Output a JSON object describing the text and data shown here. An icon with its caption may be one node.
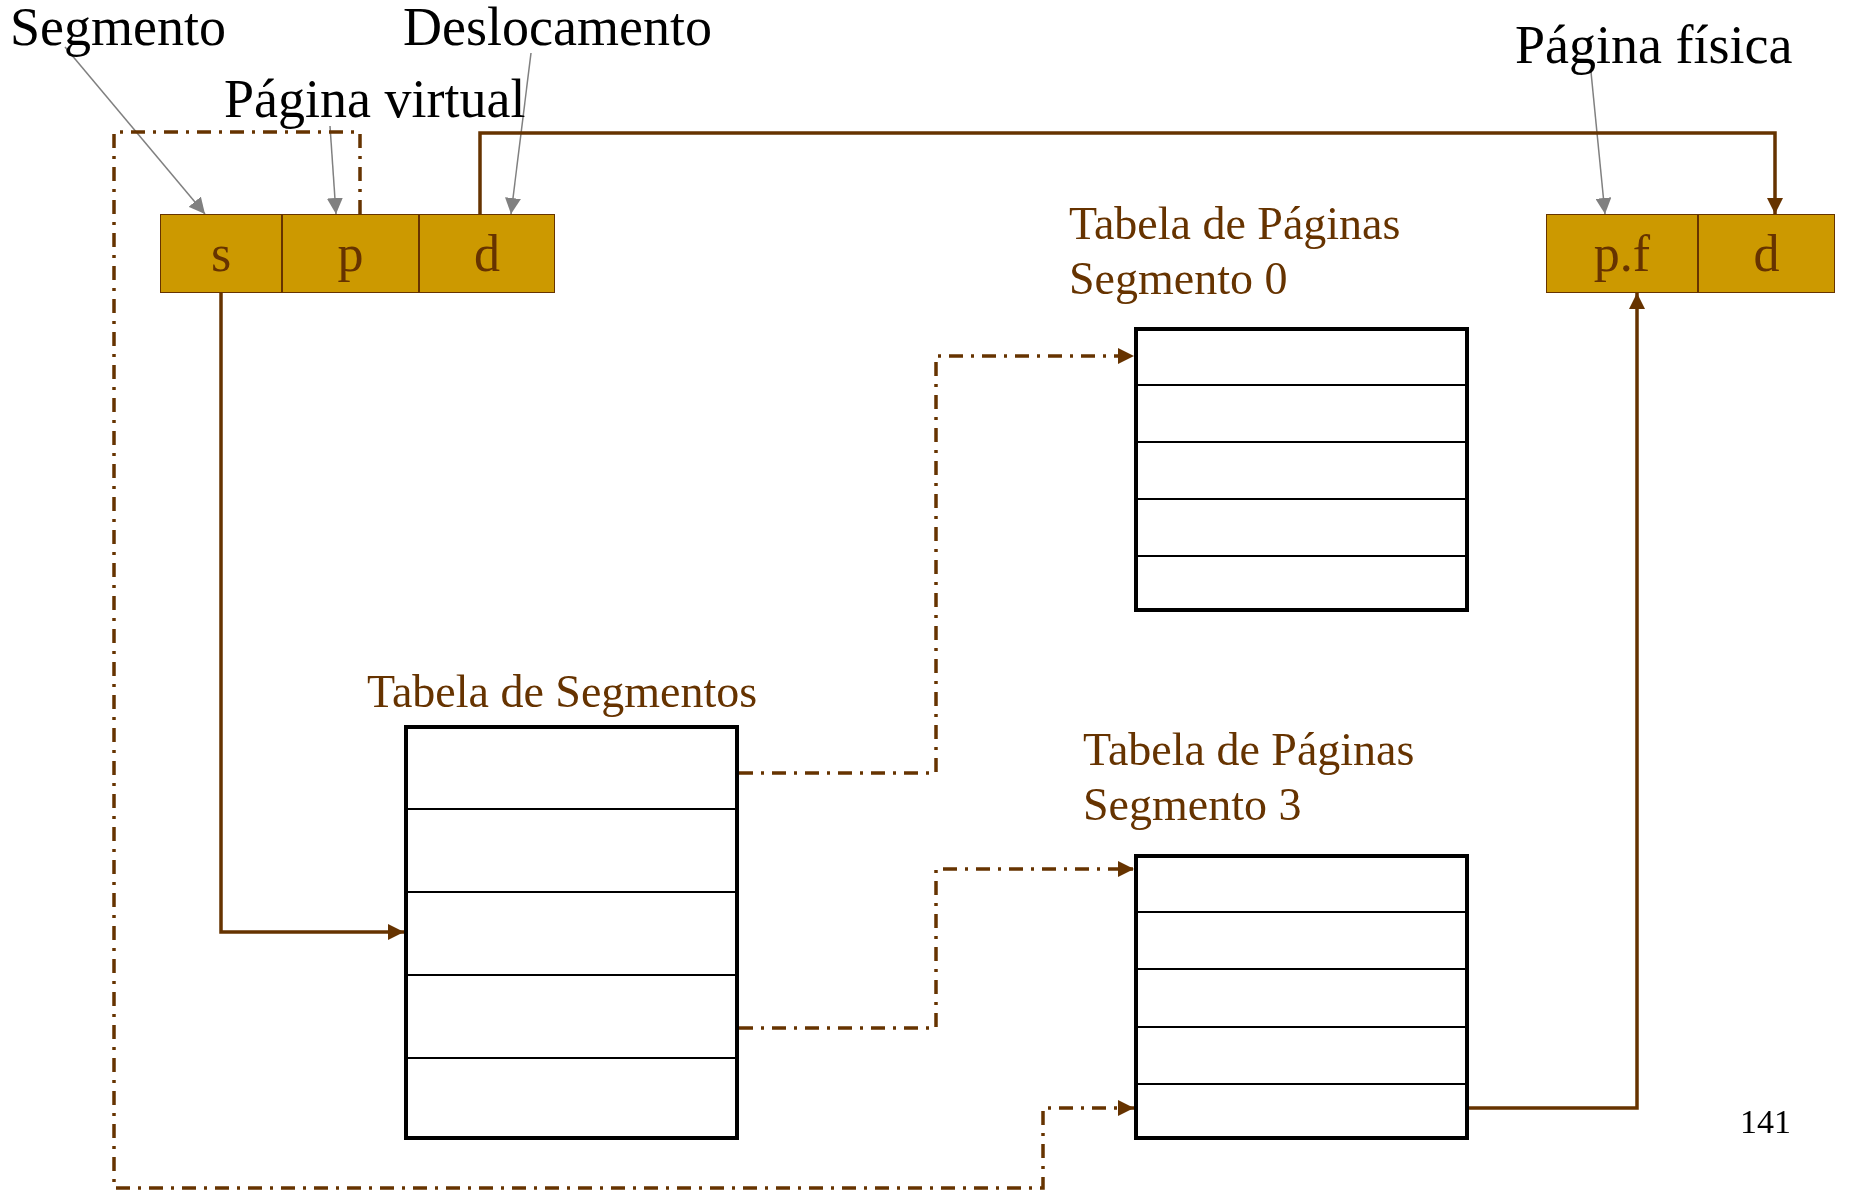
{
  "diagram": {
    "nodes": [
      {
        "text": [
          "Segmento"
        ]
      },
      {
        "text": [
          "Página virtual"
        ]
      },
      {
        "text": [
          "Deslocamento"
        ]
      },
      {
        "text": [
          "Página física"
        ]
      },
      {
        "text": [
          "s"
        ]
      },
      {
        "text": [
          "p"
        ]
      },
      {
        "text": [
          "d"
        ]
      },
      {
        "text": [
          "p.f"
        ]
      },
      {
        "text": [
          "d"
        ]
      },
      {
        "text": [
          "Tabela de Segmentos"
        ]
      },
      {
        "text": [],
        "shape": "box",
        "in": 9
      },
      {
        "text": [],
        "shape": "box",
        "in": 9
      },
      {
        "text": [],
        "shape": "box",
        "in": 9
      },
      {
        "text": [],
        "shape": "box",
        "in": 9
      },
      {
        "text": [],
        "shape": "box",
        "in": 9
      },
      {
        "text": [
          "Tabela de Páginas Segmento 0"
        ]
      },
      {
        "text": [],
        "shape": "box",
        "in": 15
      },
      {
        "text": [],
        "shape": "box",
        "in": 15
      },
      {
        "text": [],
        "shape": "box",
        "in": 15
      },
      {
        "text": [],
        "shape": "box",
        "in": 15
      },
      {
        "text": [],
        "shape": "box",
        "in": 15
      },
      {
        "text": [
          "Tabela de Páginas Segmento 3"
        ]
      },
      {
        "text": [],
        "shape": "box",
        "in": 21
      },
      {
        "text": [],
        "shape": "box",
        "in": 21
      },
      {
        "text": [],
        "shape": "box",
        "in": 21
      },
      {
        "text": [],
        "shape": "box",
        "in": 21
      },
      {
        "text": [],
        "shape": "box",
        "in": 21
      }
    ],
    "edges": [
      {
        "from": 0,
        "to": 4,
        "arrow": "to",
        "color": "#808080"
      },
      {
        "from": 1,
        "to": 5,
        "arrow": "to",
        "color": "#808080"
      },
      {
        "from": 2,
        "to": 6,
        "arrow": "to",
        "color": "#808080"
      },
      {
        "from": 3,
        "to": 7,
        "arrow": "to",
        "color": "#808080"
      },
      {
        "from": 4,
        "to": 12,
        "arrow": "to"
      },
      {
        "from": 6,
        "to": 8,
        "arrow": "to"
      },
      {
        "from": 10,
        "to": 16,
        "arrow": "to",
        "style": "dashed"
      },
      {
        "from": 13,
        "to": 22,
        "arrow": "to",
        "style": "dashed"
      },
      {
        "from": 5,
        "to": 26,
        "arrow": "to",
        "style": "dashed"
      },
      {
        "from": 26,
        "to": 7,
        "arrow": "to"
      }
    ],
    "labels": [
      "141"
    ]
  }
}
